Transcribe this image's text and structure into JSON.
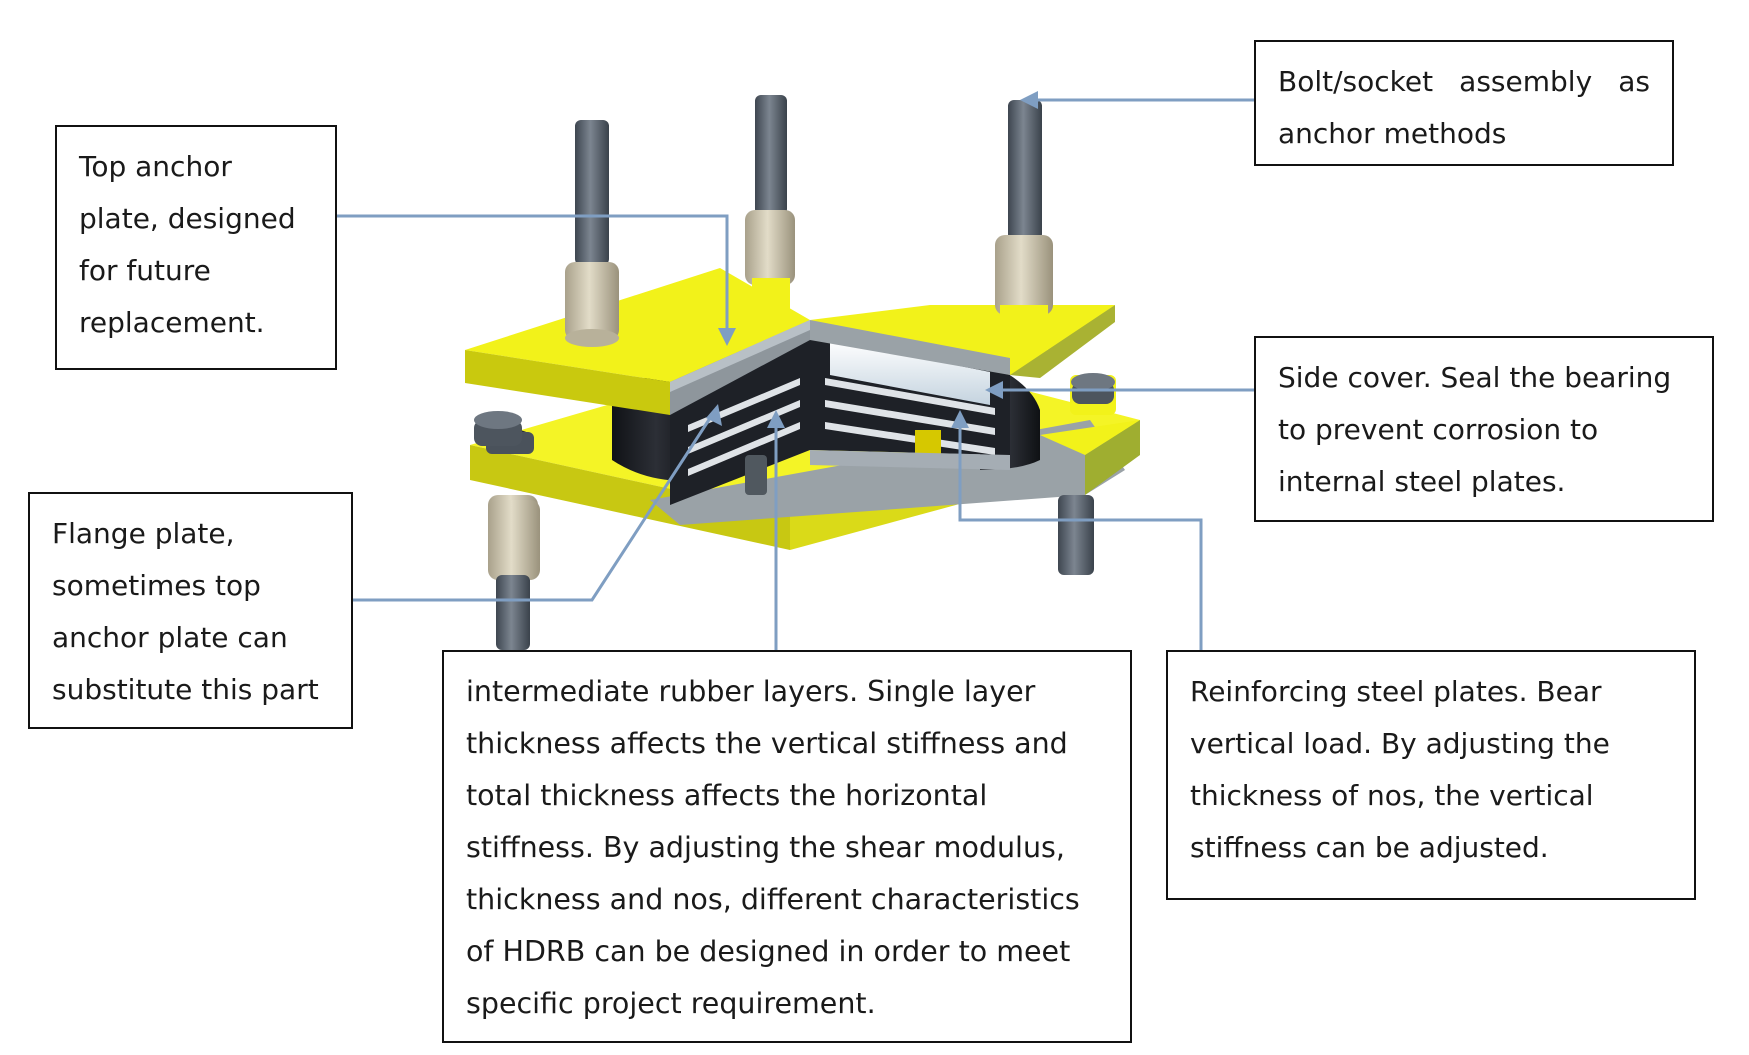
{
  "callouts": {
    "top_anchor_plate": "Top anchor plate, designed for future replacement.",
    "bolt_socket": "Bolt/socket assembly as anchor methods",
    "side_cover": "Side cover. Seal the bearing to prevent corrosion to internal steel plates.",
    "flange_plate": "Flange plate, sometimes top anchor plate can substitute this part",
    "rubber_layers": "intermediate rubber layers. Single layer thickness affects the vertical stiffness and total thickness affects the horizontal stiffness. By adjusting the shear modulus, thickness and nos, different characteristics of HDRB can be designed in order to meet specific project requirement.",
    "reinforcing_plates": "Reinforcing steel plates. Bear vertical load. By adjusting the thickness of nos, the vertical stiffness can be adjusted."
  },
  "colors": {
    "plate_yellow": "#f2f21a",
    "plate_yellow_dark": "#c9c90e",
    "steel_gray": "#8e969c",
    "rubber_black": "#1b1d22",
    "bolt_gray": "#5d6671",
    "socket_beige": "#cfc7b0",
    "leader_blue": "#7f9ec2"
  }
}
